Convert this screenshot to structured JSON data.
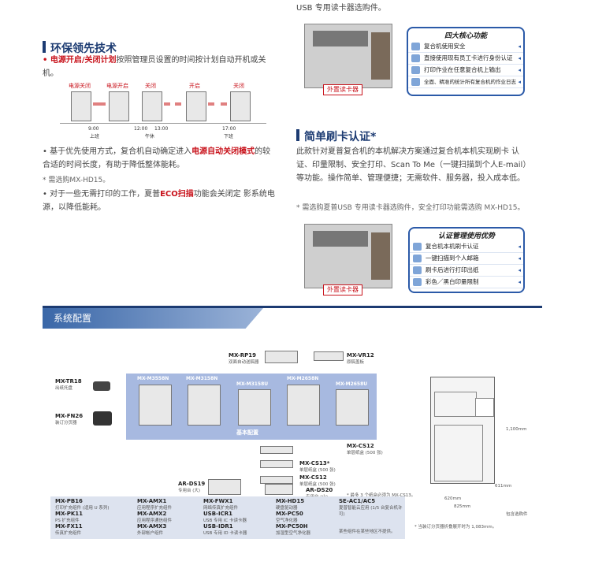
{
  "top_text": "USB 专用读卡器选购件。",
  "eco": {
    "title": "环保领先技术",
    "bullet1_red": "• 电源开启/关闭计划",
    "bullet1_rest": "按照管理员设置的时间按计划自动开机或关机。",
    "power_labels": [
      "电源关闭",
      "电源开启",
      "关闭",
      "开启",
      "关闭"
    ],
    "times": [
      "9:00",
      "12:00",
      "13:00",
      "17:00"
    ],
    "time_words": [
      "上班",
      "午休",
      "下班"
    ],
    "bullet2_a": "• 基于优先使用方式，复合机自动确定进入",
    "bullet2_red": "电源自动关闭模式",
    "bullet2_b": "的较合适的时间长度，有助于降低整体能耗。",
    "note2": "* 需选购MX-HD15。",
    "bullet3_a": "• 对于一些无需打印的工作，夏普",
    "bullet3_red": "ECO扫描",
    "bullet3_b": "功能会关闭定 影系统电源，以降低能耗。"
  },
  "core": {
    "title": "四大核心功能",
    "items": [
      "复合机使用安全",
      "直接使用现有员工卡进行身份认证",
      "打印作业在任意复合机上输出",
      "全面、精准的统计所有复合机的作业日志"
    ],
    "reader_tag": "外置读卡器"
  },
  "card": {
    "title": "简单刷卡认证*",
    "body": "此款针对夏普复合机的本机解决方案通过复合机本机实现刷卡 认证、印量限制、安全打印、Scan To Me（一键扫描到个人E-mail）等功能。操作简单、管理便捷；无需软件、服务器，投入成本低。",
    "note": "* 需选购夏普USB 专用读卡器选购件，安全打印功能需选购 MX-HD15。",
    "adv_title": "认证管理使用优势",
    "adv_items": [
      "复合机本机刷卡认证",
      "一键扫描到个人邮箱",
      "刷卡后进行打印出纸",
      "彩色／黑白印量限制"
    ],
    "reader_tag": "外置读卡器"
  },
  "system": {
    "header": "系统配置",
    "models": [
      "MX-M3558N",
      "MX-M3158N",
      "MX-M3158U",
      "MX-M2658N",
      "MX-M2658U"
    ],
    "base_label": "基本配置",
    "parts": [
      {
        "code": "MX-RP19",
        "desc": "双面自动送稿器"
      },
      {
        "code": "MX-VR12",
        "desc": "原稿盖板"
      },
      {
        "code": "MX-TR18",
        "desc": "出纸托盘"
      },
      {
        "code": "MX-FN26",
        "desc": "装订分页器"
      },
      {
        "code": "MX-CS12",
        "desc": "单层纸盒 (500 张)"
      },
      {
        "code": "MX-CS13*",
        "desc": "单层纸盒 (500 张)"
      },
      {
        "code": "MX-CS12",
        "desc": "单层纸盒 (500 张)"
      },
      {
        "code": "AR-DS19",
        "desc": "专用台 (大)"
      },
      {
        "code": "AR-DS20",
        "desc": "专用台 (小)"
      }
    ],
    "cs13_note": "* 最多 3 个纸盒必须为 MX-CS13。",
    "table": [
      [
        {
          "code": "MX-PB16",
          "desc": "打印扩充组件 (适用 U 系列)"
        },
        {
          "code": "MX-PK11",
          "desc": "PS 扩充组件"
        },
        {
          "code": "MX-FX11",
          "desc": "传真扩充组件"
        }
      ],
      [
        {
          "code": "MX-AMX1",
          "desc": "应用程序扩充组件"
        },
        {
          "code": "MX-AMX2",
          "desc": "应用程序通信组件"
        },
        {
          "code": "MX-AMX3",
          "desc": "外部帐户组件"
        }
      ],
      [
        {
          "code": "MX-FWX1",
          "desc": "网络传真扩充组件"
        },
        {
          "code": "USB-ICR1",
          "desc": "USB 专用 IC 卡读卡器"
        },
        {
          "code": "USB-IDR1",
          "desc": "USB 专用 ID 卡读卡器"
        }
      ],
      [
        {
          "code": "MX-HD15",
          "desc": "硬盘驱动器"
        },
        {
          "code": "MX-PC50",
          "desc": "空气净化器"
        },
        {
          "code": "MX-PC50H",
          "desc": "加湿型空气净化器"
        }
      ],
      [
        {
          "code": "SE-AC1/AC5",
          "desc": "夏普智能云应用 (1/5 台复合机许可)"
        },
        {
          "code": "",
          "desc": ""
        },
        {
          "code": "",
          "desc": "某些组件在某些地区不提供。"
        }
      ]
    ],
    "dims": {
      "height": "1,100mm",
      "depth": "620mm",
      "width": "825mm",
      "tray": "611mm"
    },
    "dim_caption": "包含选购件",
    "dim_note": "* 当装订分页器折叠展开时为 1,083mm。"
  }
}
